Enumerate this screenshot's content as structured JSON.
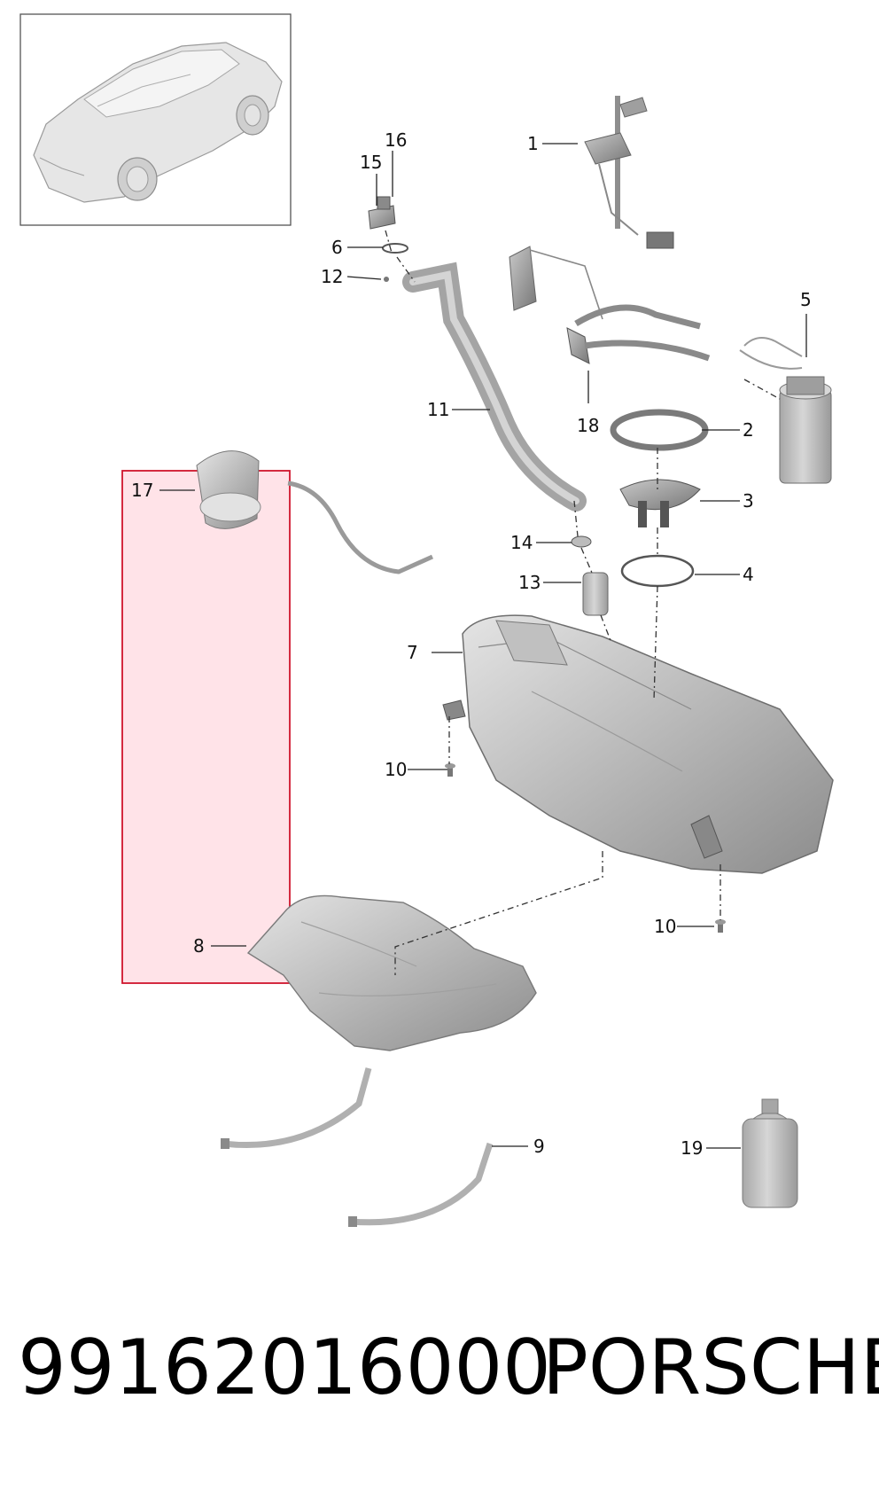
{
  "diagram": {
    "callouts": [
      "1",
      "2",
      "3",
      "4",
      "5",
      "6",
      "7",
      "8",
      "9",
      "10",
      "10",
      "11",
      "12",
      "13",
      "14",
      "15",
      "16",
      "17",
      "18",
      "19"
    ],
    "highlight_color": "#ff9aae",
    "highlight_border": "#d0142c",
    "part_color": "#b9b9b9"
  },
  "footer": {
    "part_number": "99162016000",
    "brand": "PORSCHE"
  }
}
